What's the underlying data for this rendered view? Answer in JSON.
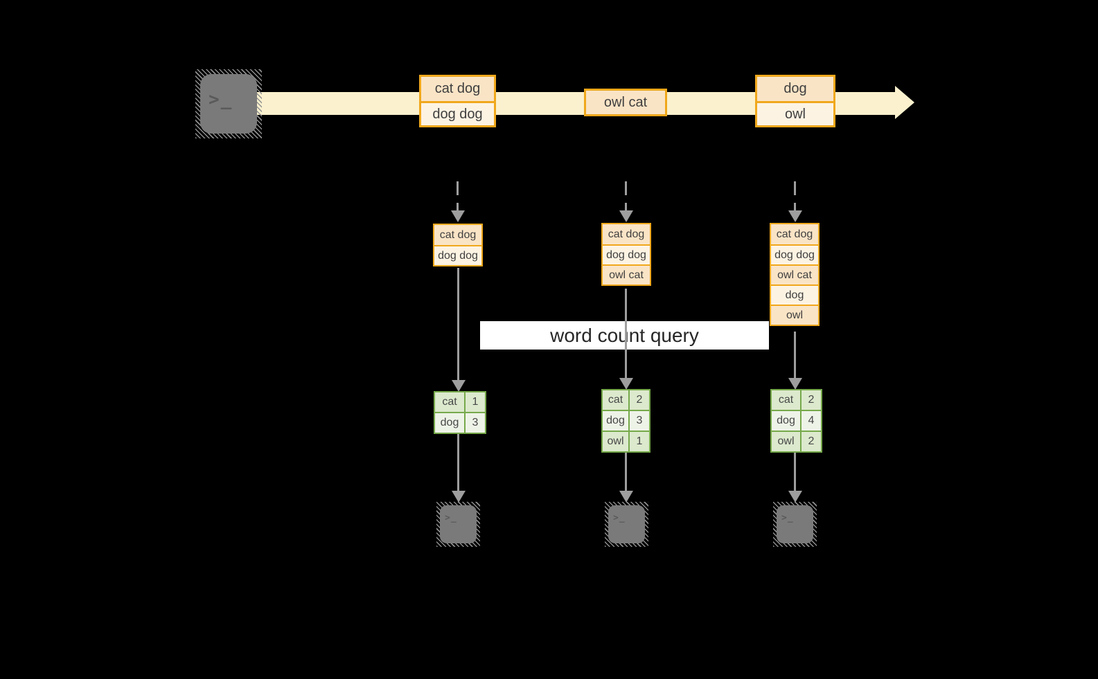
{
  "diagram": {
    "query_label": "word count query",
    "terminal_glyph": ">_",
    "stream": {
      "batches": [
        {
          "items": [
            "cat dog",
            "dog dog"
          ]
        },
        {
          "items": [
            "owl cat"
          ]
        },
        {
          "items": [
            "dog",
            "owl"
          ]
        }
      ]
    },
    "snapshots": [
      {
        "inputs": [
          "cat dog",
          "dog dog"
        ],
        "counts": [
          {
            "word": "cat",
            "count": 1
          },
          {
            "word": "dog",
            "count": 3
          }
        ]
      },
      {
        "inputs": [
          "cat dog",
          "dog dog",
          "owl cat"
        ],
        "counts": [
          {
            "word": "cat",
            "count": 2
          },
          {
            "word": "dog",
            "count": 3
          },
          {
            "word": "owl",
            "count": 1
          }
        ]
      },
      {
        "inputs": [
          "cat dog",
          "dog dog",
          "owl cat",
          "dog",
          "owl"
        ],
        "counts": [
          {
            "word": "cat",
            "count": 2
          },
          {
            "word": "dog",
            "count": 4
          },
          {
            "word": "owl",
            "count": 2
          }
        ]
      }
    ],
    "colors": {
      "stream_band": "#FBF1CE",
      "box_border": "#F0A81C",
      "box_fill_peach": "#FAE4C6",
      "box_fill_cream": "#FDF3E3",
      "table_border": "#76A94A",
      "table_fill_dark": "#DCE9CD",
      "table_fill_light": "#EEF3E8",
      "arrow_gray": "#9E9E9E",
      "terminal_gray": "#7A7A7A",
      "query_bg": "#FFFFFF",
      "background": "#000000"
    }
  }
}
